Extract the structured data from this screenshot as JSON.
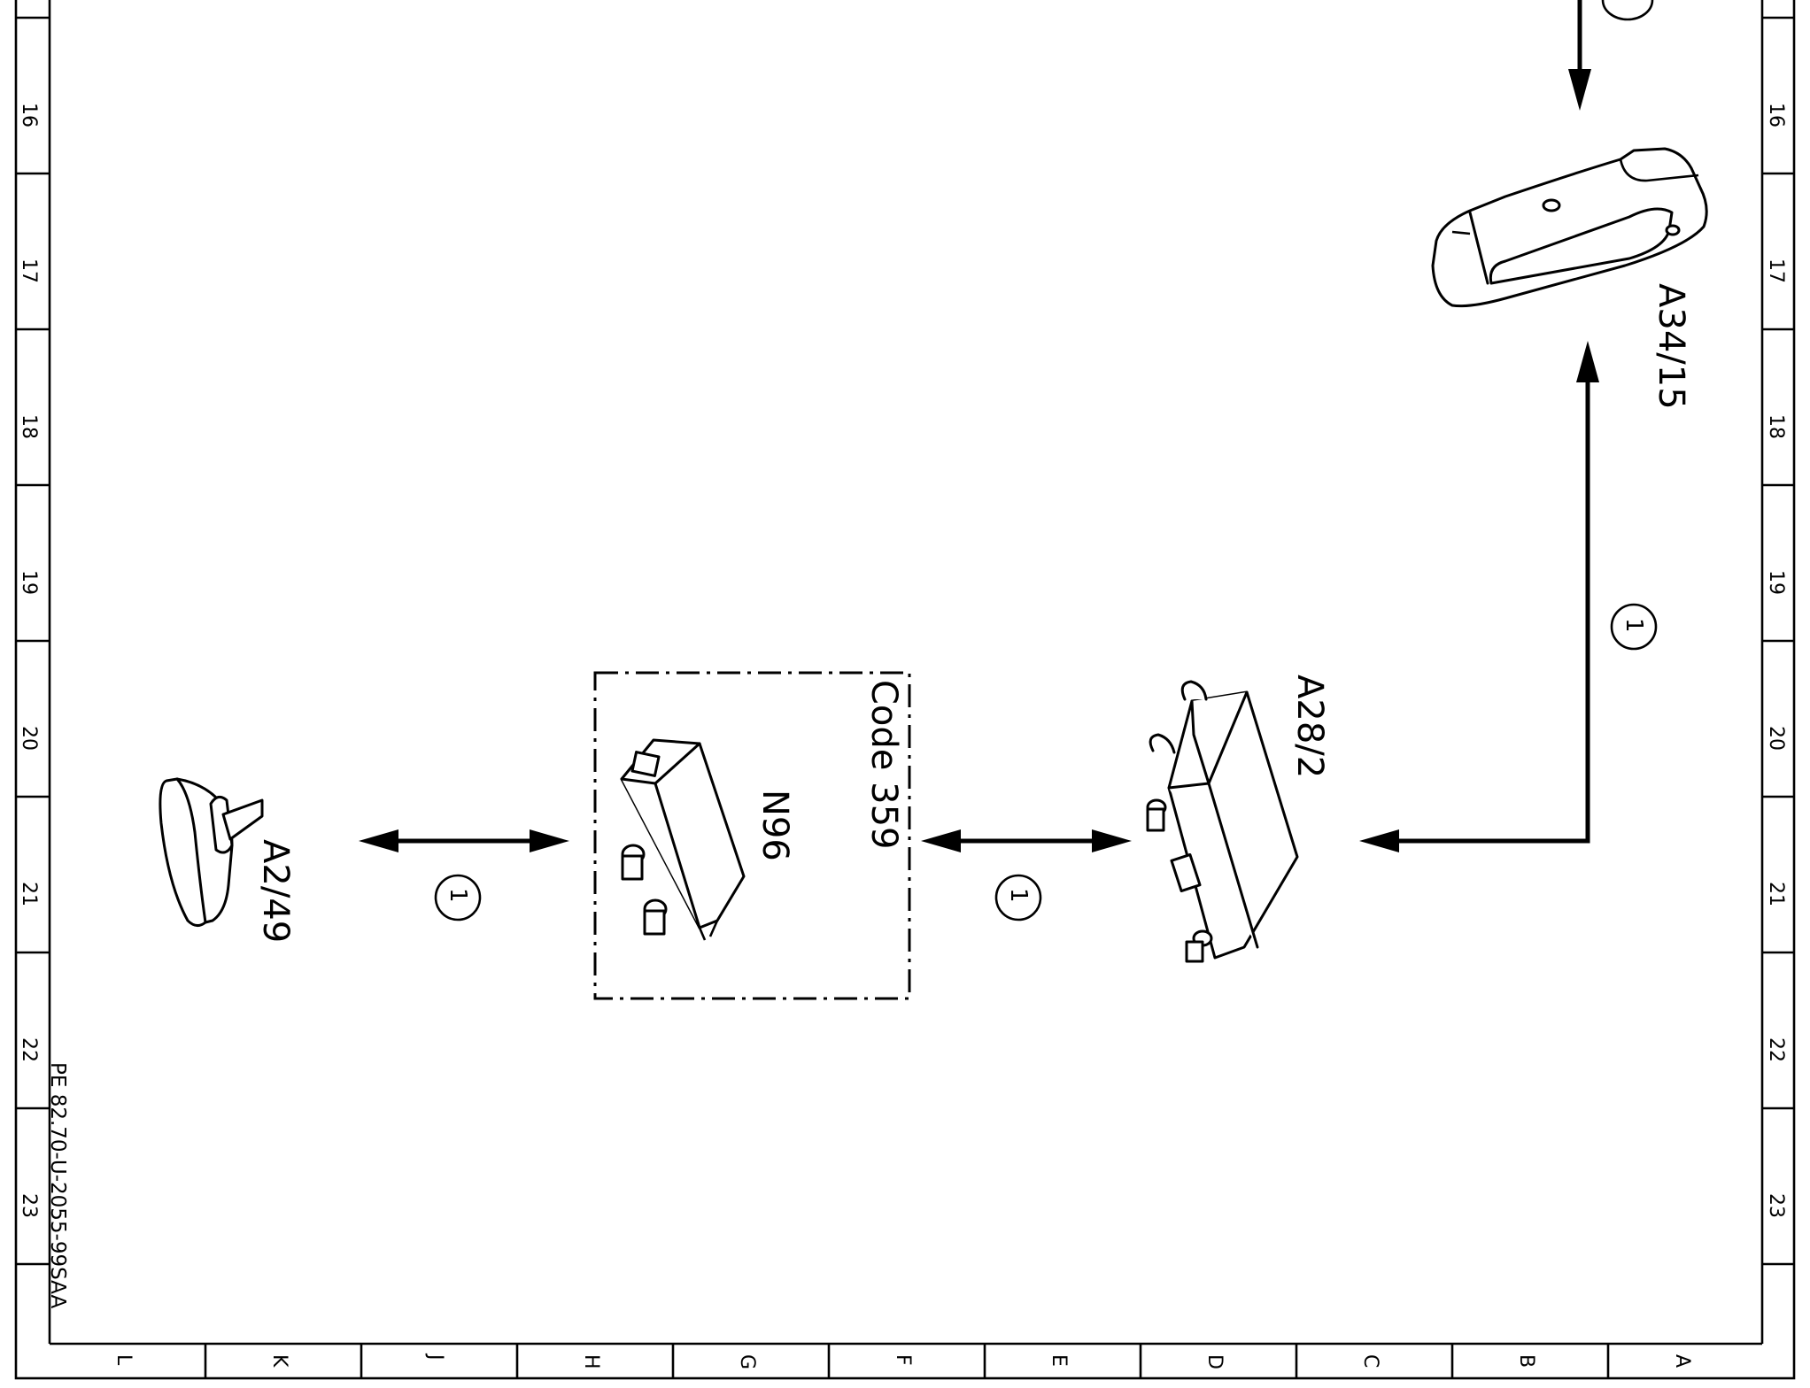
{
  "frame": {
    "row_labels": [
      "16",
      "17",
      "18",
      "19",
      "20",
      "21",
      "22",
      "23"
    ],
    "column_labels": [
      "L",
      "K",
      "J",
      "H",
      "G",
      "F",
      "E",
      "D",
      "C",
      "B",
      "A"
    ]
  },
  "drawing_number": "PE 82.70-U-2055-99SAA",
  "components": {
    "antenna": {
      "label": "A2/49",
      "icon": "roof-antenna"
    },
    "tuner": {
      "label": "N96",
      "icon": "control-module"
    },
    "option_box": {
      "label": "Code 359"
    },
    "control_unit": {
      "label": "A28/2",
      "icon": "control-module"
    },
    "handset": {
      "label": "A34/15",
      "icon": "telephone-handset"
    }
  },
  "connections": [
    {
      "from": "A2/49",
      "to": "N96",
      "callout": "1"
    },
    {
      "from": "N96",
      "to": "A28/2",
      "callout": "1"
    },
    {
      "from": "A28/2",
      "to": "A34/15",
      "callout": "1"
    }
  ],
  "colors": {
    "line": "#000000",
    "background": "#ffffff"
  }
}
